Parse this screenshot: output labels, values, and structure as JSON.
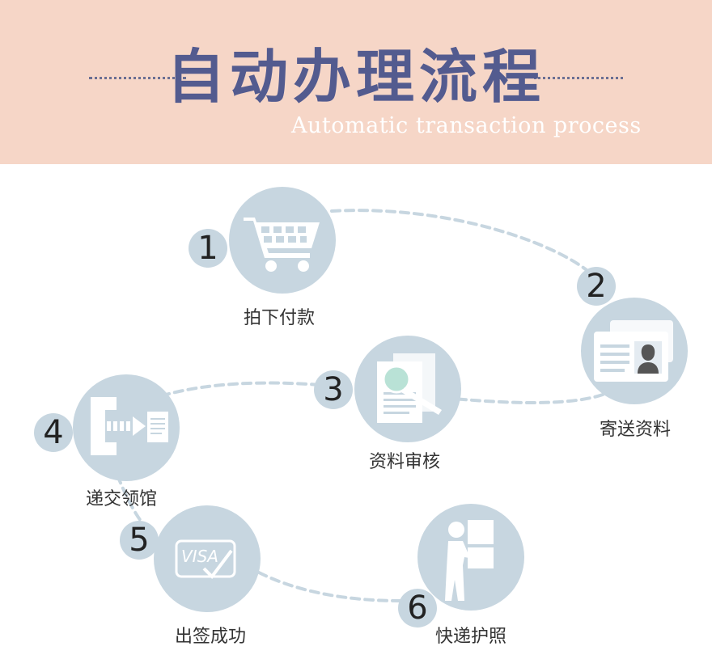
{
  "header": {
    "title": "自动办理流程",
    "subtitle": "Automatic transaction process",
    "background_color": "#f6d6c7",
    "title_color": "#535b8f"
  },
  "colors": {
    "circle": "#c7d6e0",
    "dashed_path": "#c7d6e0",
    "icon": "#ffffff"
  },
  "steps": [
    {
      "number": "1",
      "label": "拍下付款",
      "icon": "shopping-cart-icon"
    },
    {
      "number": "2",
      "label": "寄送资料",
      "icon": "id-card-icon"
    },
    {
      "number": "3",
      "label": "资料审核",
      "icon": "document-magnifier-icon"
    },
    {
      "number": "4",
      "label": "递交领馆",
      "icon": "submit-document-icon"
    },
    {
      "number": "5",
      "label": "出签成功",
      "icon": "visa-card-icon"
    },
    {
      "number": "6",
      "label": "快递护照",
      "icon": "courier-icon"
    }
  ]
}
